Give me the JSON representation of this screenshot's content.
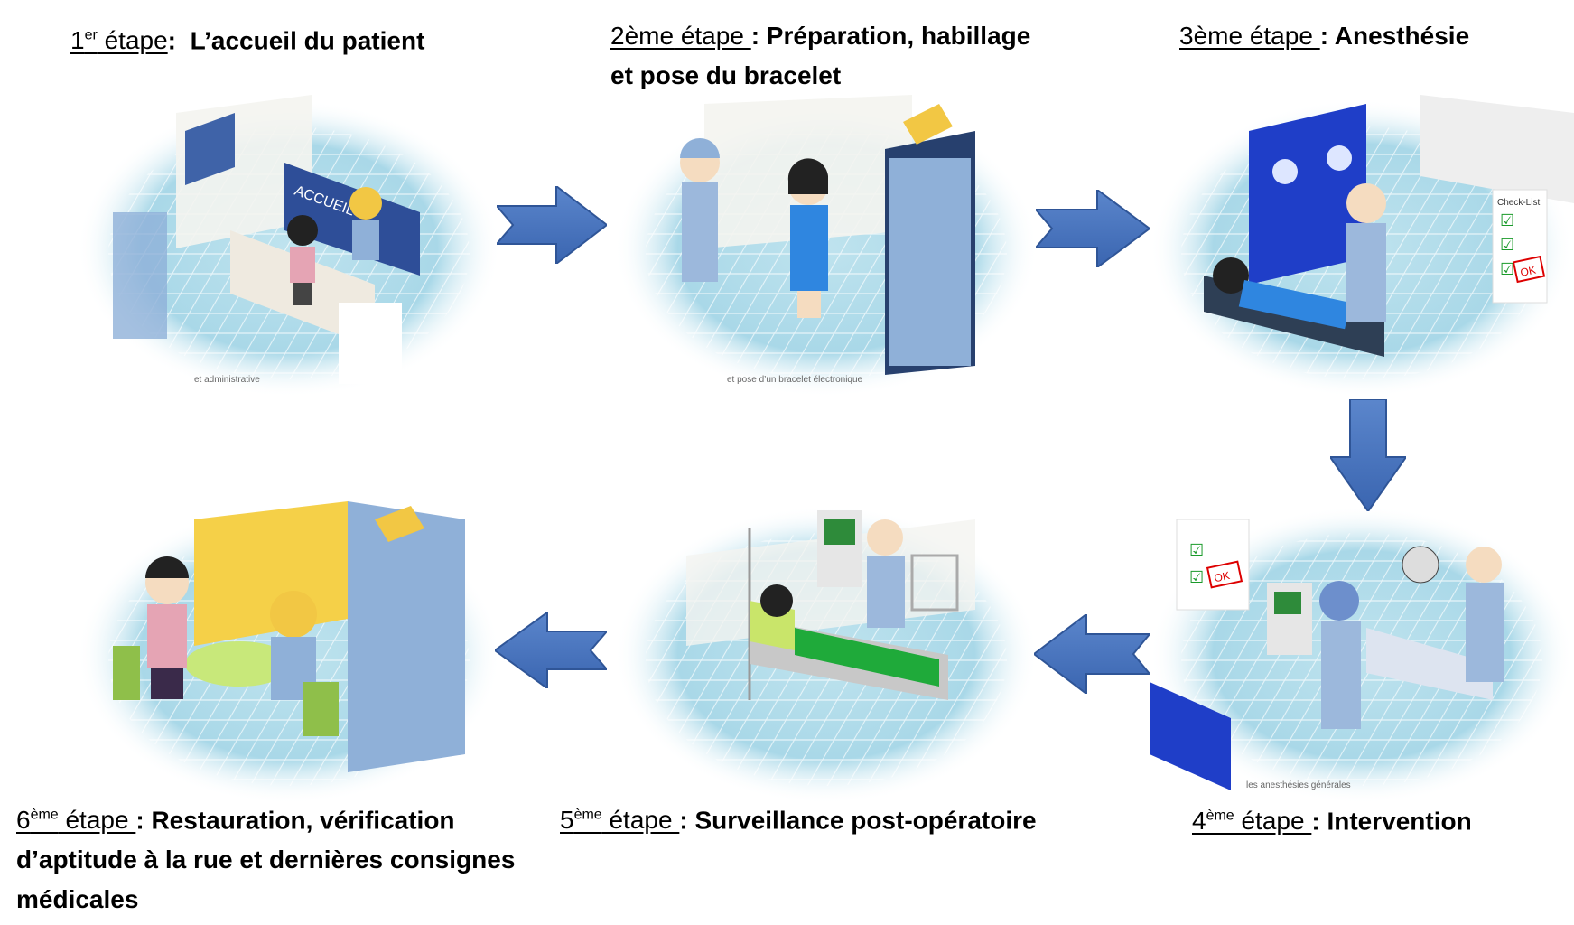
{
  "steps": [
    {
      "num": "1",
      "sup": "er",
      "word": " étape",
      "sep": ":  ",
      "title": "L’accueil du patient",
      "caption": "et administrative"
    },
    {
      "num": "2ème",
      "sup": "",
      "word": " étape ",
      "sep": ": ",
      "title": "Préparation, habillage",
      "title2": "et pose du bracelet",
      "caption": "et pose d’un bracelet électronique"
    },
    {
      "num": "3ème",
      "sup": "",
      "word": " étape ",
      "sep": ": ",
      "title": "Anesthésie",
      "checklist": "Check-List",
      "ok": "OK"
    },
    {
      "num": "4",
      "sup": "ème",
      "word": " étape ",
      "sep": ": ",
      "title": "Intervention",
      "caption": "les anesthésies générales",
      "ok": "OK"
    },
    {
      "num": "5",
      "sup": "ème",
      "word": " étape ",
      "sep": ": ",
      "title": "Surveillance post-opératoire"
    },
    {
      "num": "6",
      "sup": "ème",
      "word": " étape ",
      "sep": ": ",
      "title": "Restauration, vérification",
      "title2": "d’aptitude à la rue et dernières consignes",
      "title3": "médicales"
    }
  ],
  "scene1": {
    "sign": "ACCUEIL"
  },
  "colors": {
    "arrow": "#4472c4",
    "arrow_dark": "#2f5597",
    "floor": "#a9d8e8",
    "scrub": "#8fb0d8"
  }
}
